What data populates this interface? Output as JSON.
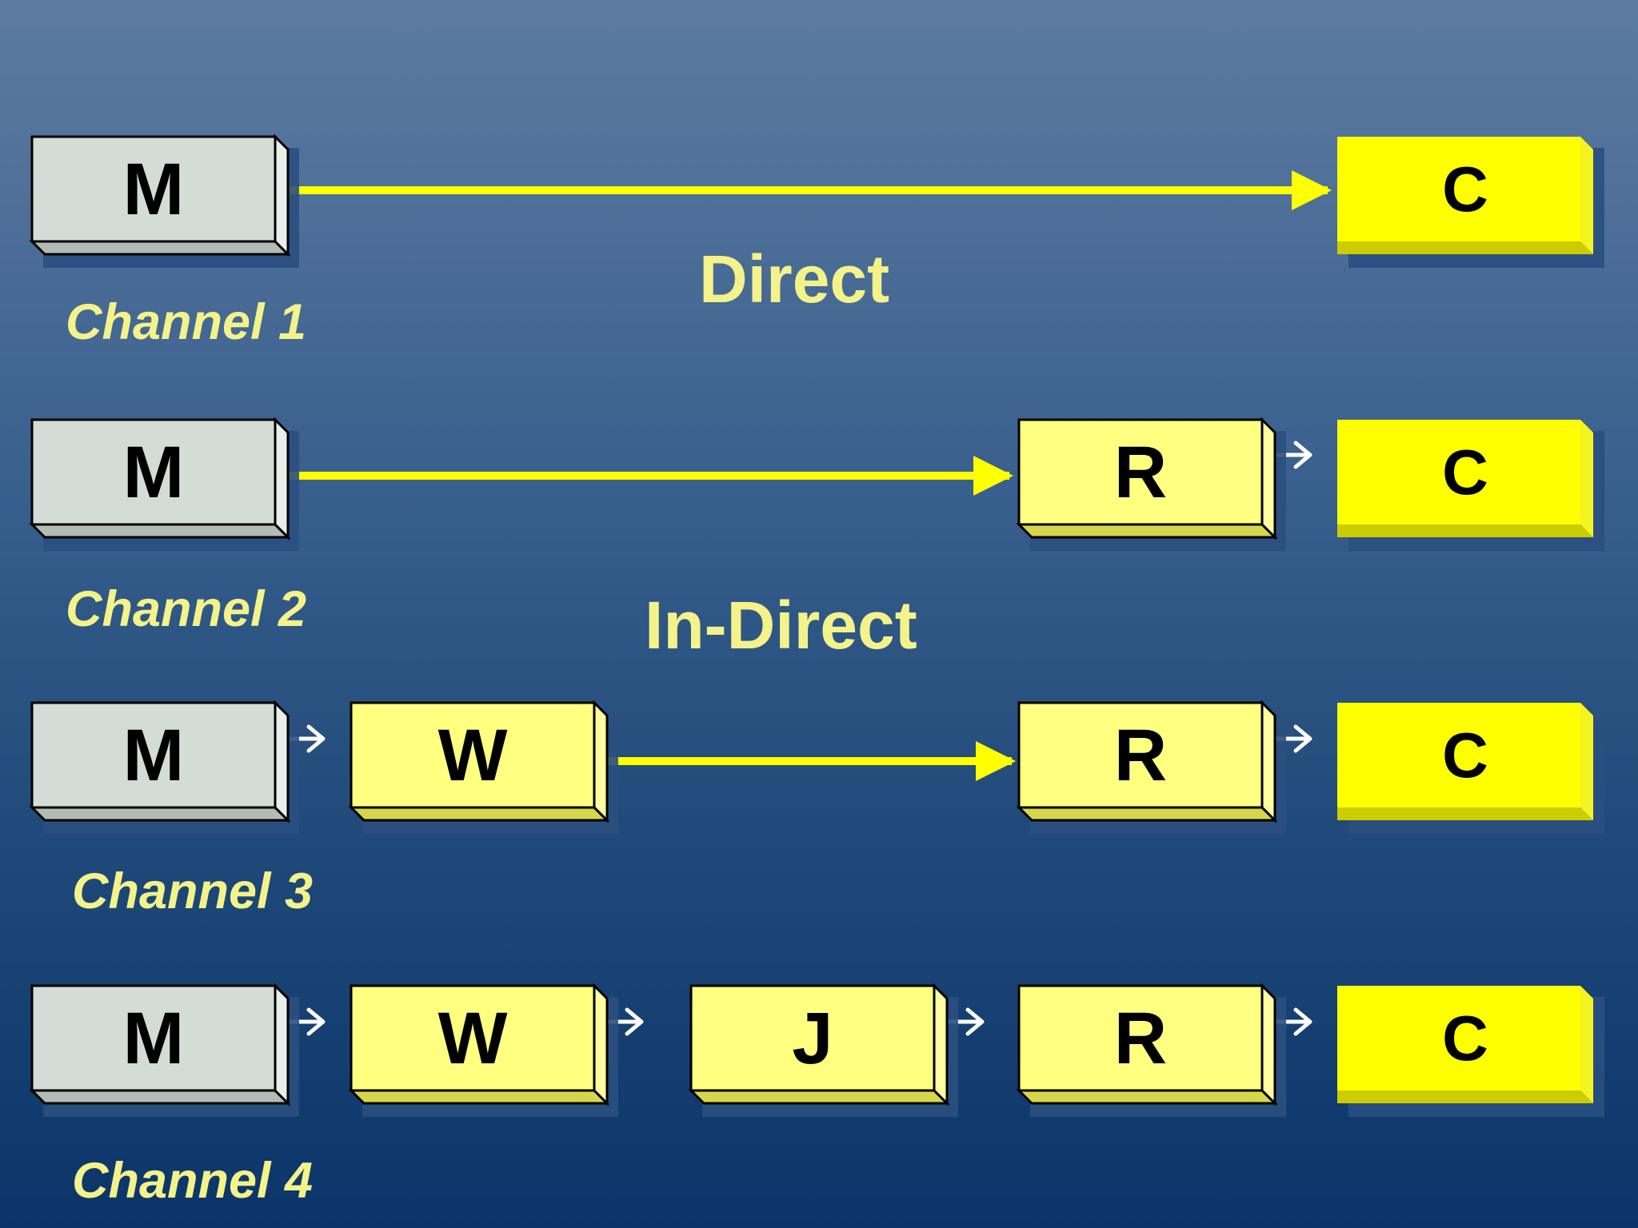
{
  "labels": {
    "direct": "Direct",
    "indirect": "In-Direct"
  },
  "channels": [
    {
      "name": "Channel 1",
      "nodes": [
        "M",
        "C"
      ]
    },
    {
      "name": "Channel 2",
      "nodes": [
        "M",
        "R",
        "C"
      ]
    },
    {
      "name": "Channel 3",
      "nodes": [
        "M",
        "W",
        "R",
        "C"
      ]
    },
    {
      "name": "Channel 4",
      "nodes": [
        "M",
        "W",
        "J",
        "R",
        "C"
      ]
    }
  ],
  "colors": {
    "manufacturer_face": "#d3ddd5",
    "intermediary_face": "#ffff80",
    "consumer_face": "#ffff00",
    "long_arrow": "#ffff00",
    "short_arrow": "#ffffff",
    "label_text": "#f4f38a"
  }
}
